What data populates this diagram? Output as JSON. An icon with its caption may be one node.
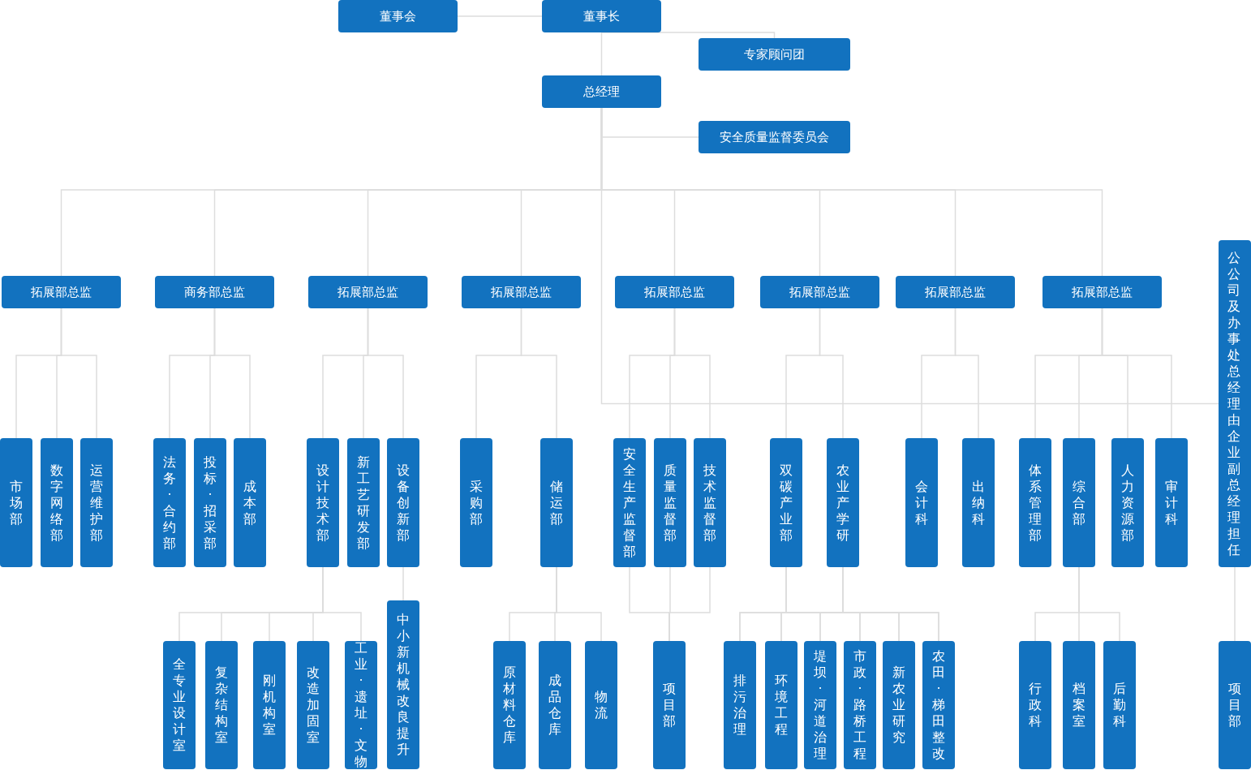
{
  "diagram": {
    "nodes": [
      {
        "text": [
          "董事会"
        ]
      },
      {
        "text": [
          "董事长"
        ]
      },
      {
        "text": [
          "专家顾问团"
        ]
      },
      {
        "text": [
          "总经理"
        ]
      },
      {
        "text": [
          "安全质量监督委员会"
        ]
      },
      {
        "text": [
          "拓展部总监"
        ]
      },
      {
        "text": [
          "商务部总监"
        ]
      },
      {
        "text": [
          "拓展部总监"
        ]
      },
      {
        "text": [
          "拓展部总监"
        ]
      },
      {
        "text": [
          "拓展部总监"
        ]
      },
      {
        "text": [
          "拓展部总监"
        ]
      },
      {
        "text": [
          "拓展部总监"
        ]
      },
      {
        "text": [
          "拓展部总监"
        ]
      },
      {
        "text": [
          "公公司及办事处总经理由企业副总经理担任"
        ]
      },
      {
        "text": [
          "市场部"
        ]
      },
      {
        "text": [
          "数字网络部"
        ]
      },
      {
        "text": [
          "运营维护部"
        ]
      },
      {
        "text": [
          "法务·合约部"
        ]
      },
      {
        "text": [
          "投标·招采部"
        ]
      },
      {
        "text": [
          "成本部"
        ]
      },
      {
        "text": [
          "设计技术部"
        ]
      },
      {
        "text": [
          "新工艺研发部"
        ]
      },
      {
        "text": [
          "设备创新部"
        ]
      },
      {
        "text": [
          "采购部"
        ]
      },
      {
        "text": [
          "储运部"
        ]
      },
      {
        "text": [
          "安全生产监督部"
        ]
      },
      {
        "text": [
          "质量监督部"
        ]
      },
      {
        "text": [
          "技术监督部"
        ]
      },
      {
        "text": [
          "双碳产业部"
        ]
      },
      {
        "text": [
          "农业产学研"
        ]
      },
      {
        "text": [
          "会计科"
        ]
      },
      {
        "text": [
          "出纳科"
        ]
      },
      {
        "text": [
          "体系管理部"
        ]
      },
      {
        "text": [
          "综合部"
        ]
      },
      {
        "text": [
          "人力资源部"
        ]
      },
      {
        "text": [
          "审计科"
        ]
      },
      {
        "text": [
          "全专业设计室"
        ]
      },
      {
        "text": [
          "复杂结构室"
        ]
      },
      {
        "text": [
          "刚机构室"
        ]
      },
      {
        "text": [
          "改造加固室"
        ]
      },
      {
        "text": [
          "工业·遗址·文物"
        ]
      },
      {
        "text": [
          "中小新机械改良提升"
        ]
      },
      {
        "text": [
          "原材料仓库"
        ]
      },
      {
        "text": [
          "成品仓库"
        ]
      },
      {
        "text": [
          "物流"
        ]
      },
      {
        "text": [
          "项目部"
        ]
      },
      {
        "text": [
          "排污治理"
        ]
      },
      {
        "text": [
          "环境工程"
        ]
      },
      {
        "text": [
          "堤坝·河道治理"
        ]
      },
      {
        "text": [
          "市政·路桥工程"
        ]
      },
      {
        "text": [
          "新农业研究"
        ]
      },
      {
        "text": [
          "农田·梯田整改"
        ]
      },
      {
        "text": [
          "行政科"
        ]
      },
      {
        "text": [
          "档案室"
        ]
      },
      {
        "text": [
          "后勤科"
        ]
      },
      {
        "text": [
          "项目部"
        ]
      }
    ],
    "edges": [
      {
        "from": 0,
        "to": 1,
        "arrow": "none"
      },
      {
        "from": 1,
        "to": 2,
        "arrow": "none"
      },
      {
        "from": 1,
        "to": 3,
        "arrow": "none"
      },
      {
        "from": 3,
        "to": 4,
        "arrow": "none"
      },
      {
        "from": 3,
        "to": 5,
        "arrow": "none"
      },
      {
        "from": 3,
        "to": 6,
        "arrow": "none"
      },
      {
        "from": 3,
        "to": 7,
        "arrow": "none"
      },
      {
        "from": 3,
        "to": 8,
        "arrow": "none"
      },
      {
        "from": 3,
        "to": 9,
        "arrow": "none"
      },
      {
        "from": 3,
        "to": 10,
        "arrow": "none"
      },
      {
        "from": 3,
        "to": 11,
        "arrow": "none"
      },
      {
        "from": 3,
        "to": 12,
        "arrow": "none"
      },
      {
        "from": 3,
        "to": 13,
        "arrow": "none"
      },
      {
        "from": 5,
        "to": 14,
        "arrow": "none"
      },
      {
        "from": 5,
        "to": 15,
        "arrow": "none"
      },
      {
        "from": 5,
        "to": 16,
        "arrow": "none"
      },
      {
        "from": 6,
        "to": 17,
        "arrow": "none"
      },
      {
        "from": 6,
        "to": 18,
        "arrow": "none"
      },
      {
        "from": 6,
        "to": 19,
        "arrow": "none"
      },
      {
        "from": 7,
        "to": 20,
        "arrow": "none"
      },
      {
        "from": 7,
        "to": 21,
        "arrow": "none"
      },
      {
        "from": 7,
        "to": 22,
        "arrow": "none"
      },
      {
        "from": 8,
        "to": 23,
        "arrow": "none"
      },
      {
        "from": 8,
        "to": 24,
        "arrow": "none"
      },
      {
        "from": 9,
        "to": 25,
        "arrow": "none"
      },
      {
        "from": 9,
        "to": 26,
        "arrow": "none"
      },
      {
        "from": 9,
        "to": 27,
        "arrow": "none"
      },
      {
        "from": 10,
        "to": 28,
        "arrow": "none"
      },
      {
        "from": 10,
        "to": 29,
        "arrow": "none"
      },
      {
        "from": 11,
        "to": 30,
        "arrow": "none"
      },
      {
        "from": 11,
        "to": 31,
        "arrow": "none"
      },
      {
        "from": 12,
        "to": 32,
        "arrow": "none"
      },
      {
        "from": 12,
        "to": 33,
        "arrow": "none"
      },
      {
        "from": 12,
        "to": 34,
        "arrow": "none"
      },
      {
        "from": 12,
        "to": 35,
        "arrow": "none"
      },
      {
        "from": 20,
        "to": 36,
        "arrow": "none"
      },
      {
        "from": 20,
        "to": 37,
        "arrow": "none"
      },
      {
        "from": 20,
        "to": 38,
        "arrow": "none"
      },
      {
        "from": 20,
        "to": 39,
        "arrow": "none"
      },
      {
        "from": 20,
        "to": 40,
        "arrow": "none"
      },
      {
        "from": 22,
        "to": 41,
        "arrow": "none"
      },
      {
        "from": 24,
        "to": 42,
        "arrow": "none"
      },
      {
        "from": 24,
        "to": 43,
        "arrow": "none"
      },
      {
        "from": 24,
        "to": 44,
        "arrow": "none"
      },
      {
        "from": 25,
        "to": 45,
        "arrow": "none"
      },
      {
        "from": 26,
        "to": 45,
        "arrow": "none"
      },
      {
        "from": 27,
        "to": 45,
        "arrow": "none"
      },
      {
        "from": 28,
        "to": 46,
        "arrow": "none"
      },
      {
        "from": 28,
        "to": 47,
        "arrow": "none"
      },
      {
        "from": 28,
        "to": 48,
        "arrow": "none"
      },
      {
        "from": 28,
        "to": 49,
        "arrow": "none"
      },
      {
        "from": 28,
        "to": 50,
        "arrow": "none"
      },
      {
        "from": 28,
        "to": 51,
        "arrow": "none"
      },
      {
        "from": 29,
        "to": 46,
        "arrow": "none"
      },
      {
        "from": 29,
        "to": 47,
        "arrow": "none"
      },
      {
        "from": 29,
        "to": 48,
        "arrow": "none"
      },
      {
        "from": 29,
        "to": 49,
        "arrow": "none"
      },
      {
        "from": 29,
        "to": 50,
        "arrow": "none"
      },
      {
        "from": 29,
        "to": 51,
        "arrow": "none"
      },
      {
        "from": 33,
        "to": 52,
        "arrow": "none"
      },
      {
        "from": 33,
        "to": 53,
        "arrow": "none"
      },
      {
        "from": 33,
        "to": 54,
        "arrow": "none"
      },
      {
        "from": 13,
        "to": 55,
        "arrow": "none"
      }
    ]
  }
}
